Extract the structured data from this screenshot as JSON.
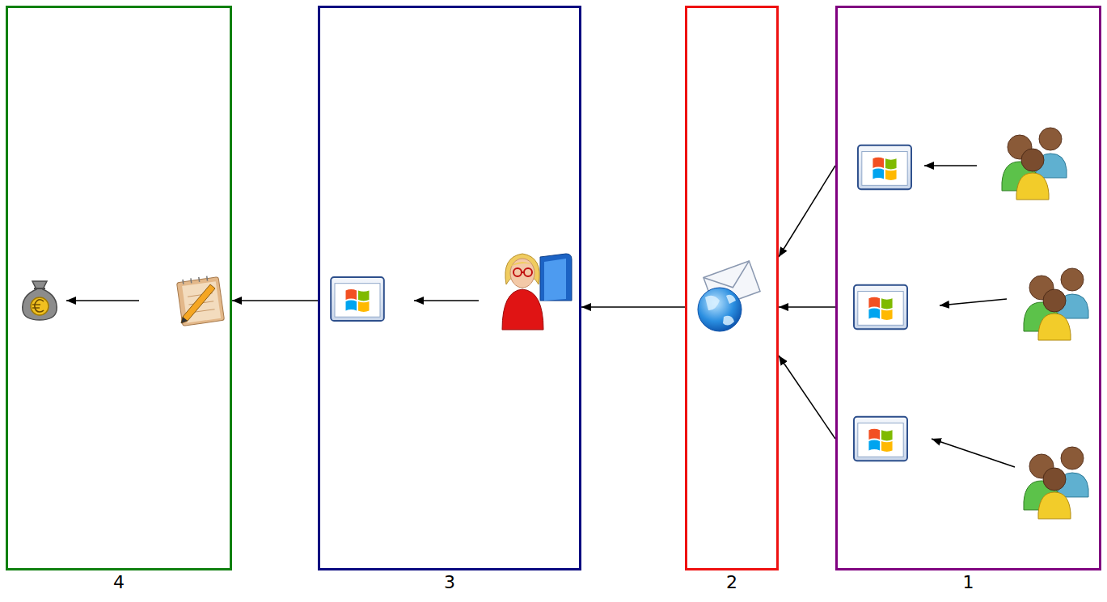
{
  "diagram": {
    "nodes": [
      {
        "text": [
          "4"
        ]
      },
      {
        "text": [
          "3"
        ]
      },
      {
        "text": [
          "2"
        ]
      },
      {
        "text": [
          "1"
        ]
      }
    ],
    "edges": [
      {
        "from": 3,
        "to": 2,
        "arrow": "to"
      },
      {
        "from": 3,
        "to": 2,
        "arrow": "to"
      },
      {
        "from": 3,
        "to": 2,
        "arrow": "to"
      },
      {
        "from": 2,
        "to": 1,
        "arrow": "to"
      },
      {
        "from": 1,
        "to": 0,
        "arrow": "to"
      }
    ]
  }
}
